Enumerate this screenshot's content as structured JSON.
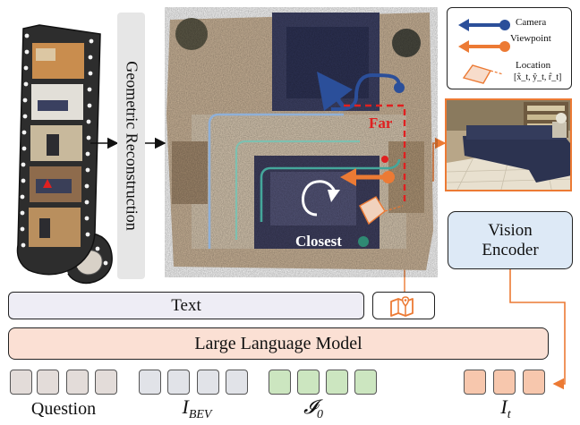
{
  "geo_label": "Geometric Reconstruction",
  "scene": {
    "far_label": "Far",
    "closest_label": "Closest"
  },
  "legend": {
    "camera_label": "Camera",
    "viewpoint_label": "Viewpoint",
    "location_label": "Location",
    "location_formula": "[x̂_t, ŷ_t, r̂_t]",
    "colors": {
      "camera": "#2b4f9a",
      "viewpoint": "#ec7a34"
    }
  },
  "vision_encoder": {
    "line1": "Vision",
    "line2": "Encoder"
  },
  "text_box": {
    "label": "Text"
  },
  "llm": {
    "label": "Large Language Model"
  },
  "tokens": [
    {
      "label_main": "Question",
      "label_sub": "",
      "count": 4,
      "fill": "#e3dcd9"
    },
    {
      "label_main": "I",
      "label_sub": "BEV",
      "count": 4,
      "fill": "#e1e3e8"
    },
    {
      "label_main": "𝓘",
      "label_sub": "0",
      "count": 4,
      "fill": "#cce6c0"
    },
    {
      "label_main": "I",
      "label_sub": "t",
      "count": 3,
      "fill": "#f7c7ad"
    }
  ],
  "colors": {
    "orange": "#ec7a34",
    "blue": "#2b4f9a",
    "red": "#e02020",
    "llm_fill": "#fbe0d4",
    "encoder_fill": "#dde9f6",
    "text_fill": "#eeedf5"
  }
}
